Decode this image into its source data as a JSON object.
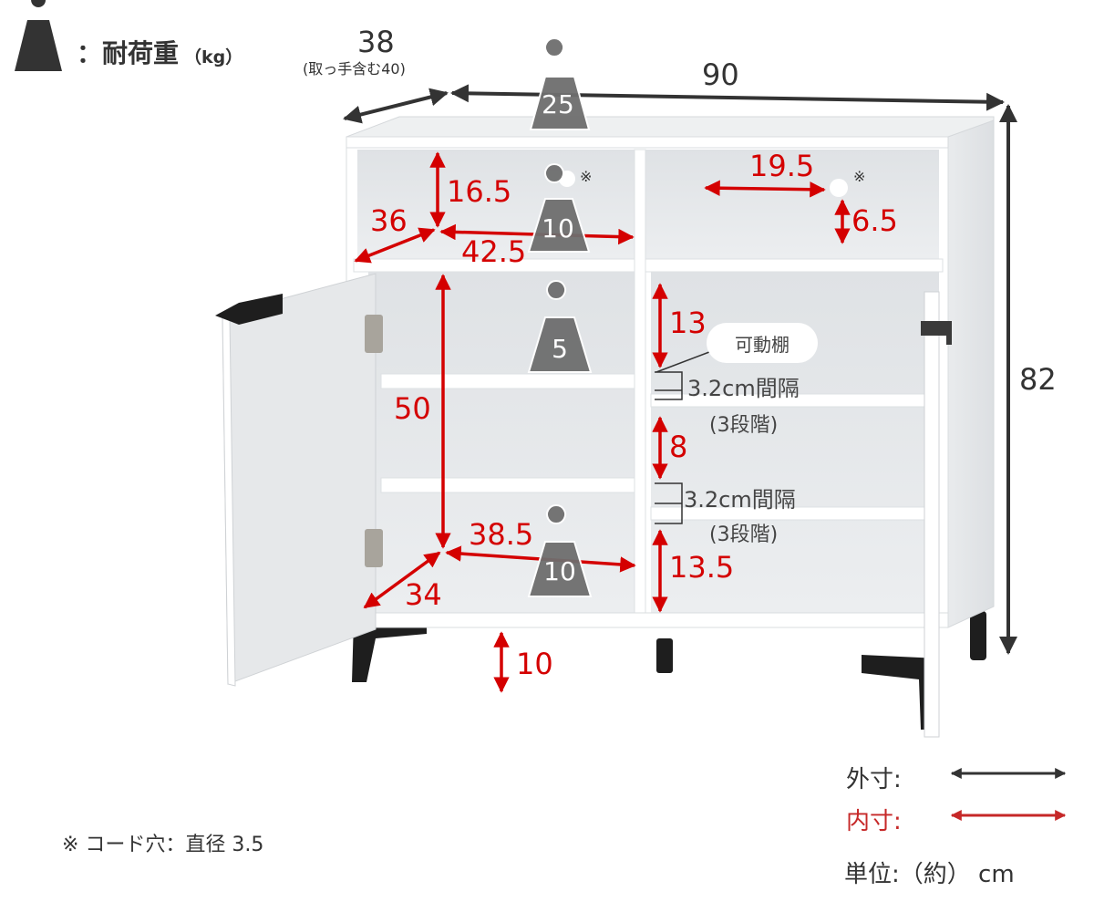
{
  "legend": {
    "weight_icon": "weight-icon",
    "load_label": "：耐荷重",
    "load_unit": "（kg）"
  },
  "dimensions": {
    "outer": {
      "depth": "38",
      "depth_note": "(取っ手含む40)",
      "width": "90",
      "height": "82"
    },
    "inner": {
      "top_left_height": "16.5",
      "top_left_depth": "36",
      "top_left_width": "42.5",
      "cord_hole_from_left": "19.5",
      "cord_hole_from_bottom": "6.5",
      "cabinet_height": "50",
      "right_top_gap": "13",
      "right_mid_gap": "8",
      "right_bottom_gap": "13.5",
      "bottom_width": "38.5",
      "bottom_depth": "34",
      "leg_height": "10"
    }
  },
  "load_capacity": {
    "top_board": "25",
    "top_left_shelf": "10",
    "middle_shelf": "5",
    "bottom_shelf": "10"
  },
  "annotations": {
    "cord_hole_mark": "※",
    "movable_shelf": "可動棚",
    "pitch_1": "3.2cm間隔",
    "steps_1": "(3段階)",
    "pitch_2": "3.2cm間隔",
    "steps_2": "(3段階)"
  },
  "key": {
    "outer_label": "外寸:",
    "inner_label": "内寸:",
    "unit_label": "単位:（約） cm",
    "outer_color": "#333333",
    "inner_color": "#c62828"
  },
  "footnote": "※ コード穴：直径 3.5"
}
